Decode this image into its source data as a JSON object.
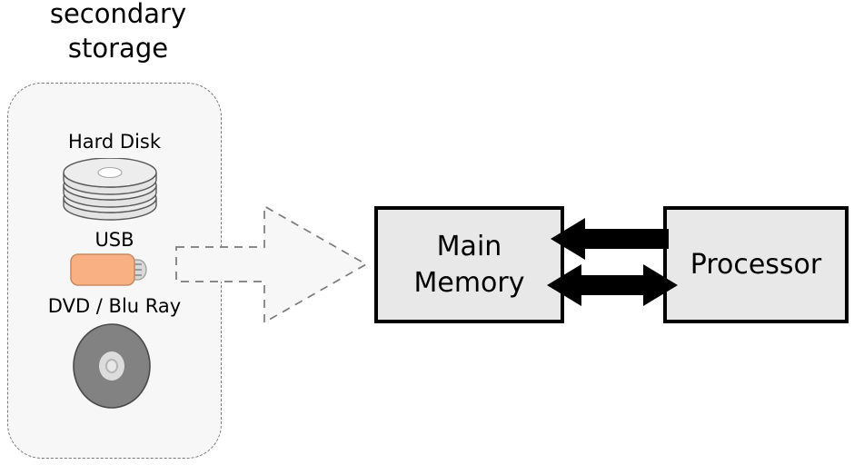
{
  "diagram": {
    "title": "secondary storage",
    "group_panel": {
      "name": "secondary storage enclosure",
      "fill": "#F7F7F7",
      "border": "#7A7A7A",
      "border_style": "dashed"
    },
    "devices": [
      {
        "label": "Hard Disk",
        "icon": "hard-disk-icon",
        "fill": "#E8E8E8",
        "stroke": "#555555"
      },
      {
        "label": "USB",
        "icon": "usb-drive-icon",
        "fill": "#F9B183",
        "stroke": "#C0855B"
      },
      {
        "label": "DVD / Blu Ray",
        "icon": "optical-disc-icon",
        "fill": "#808080",
        "stroke": "#4D4D4D"
      }
    ],
    "transfer_arrow": {
      "name": "data-transfer-arrow",
      "direction": "right",
      "style": "dashed-outline",
      "fill": "#F7F7F7",
      "stroke": "#7A7A7A"
    },
    "units": [
      {
        "label": "Main\nMemory",
        "fill": "#E8E8E8",
        "border": "#000000"
      },
      {
        "label": "Processor",
        "fill": "#E8E8E8",
        "border": "#000000"
      }
    ],
    "connectors": [
      {
        "name": "processor-to-memory-arrow",
        "direction": "left",
        "color": "#000000"
      },
      {
        "name": "memory-processor-bus-arrow",
        "direction": "bidirectional",
        "color": "#000000"
      }
    ],
    "colors": {
      "box_fill": "#E8E8E8",
      "panel_fill": "#F7F7F7",
      "dash_stroke": "#7A7A7A",
      "usb_body": "#F9B183",
      "disc_gray": "#808080",
      "outline_black": "#000000"
    }
  }
}
